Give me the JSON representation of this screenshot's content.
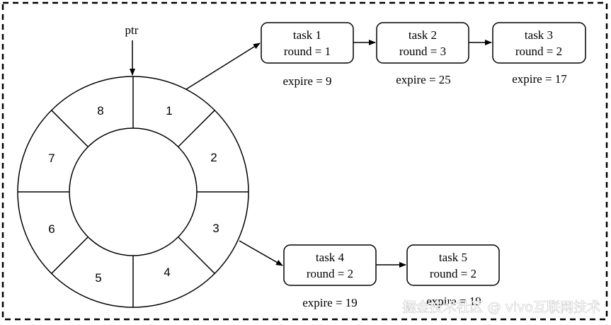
{
  "pointer": {
    "label": "ptr"
  },
  "wheel": {
    "slots": [
      "1",
      "2",
      "3",
      "4",
      "5",
      "6",
      "7",
      "8"
    ]
  },
  "lists": [
    {
      "slot": "1",
      "tasks": [
        {
          "name": "task 1",
          "round": "round = 1",
          "expire": "expire = 9"
        },
        {
          "name": "task 2",
          "round": "round = 3",
          "expire": "expire = 25"
        },
        {
          "name": "task 3",
          "round": "round = 2",
          "expire": "expire = 17"
        }
      ]
    },
    {
      "slot": "3",
      "tasks": [
        {
          "name": "task 4",
          "round": "round = 2",
          "expire": "expire = 19"
        },
        {
          "name": "task 5",
          "round": "round = 2",
          "expire": "expire = 19"
        }
      ]
    }
  ],
  "watermark": "掘金技术社区 @ vivo互联网技术",
  "colors": {
    "stroke": "#000000",
    "background": "#ffffff"
  }
}
